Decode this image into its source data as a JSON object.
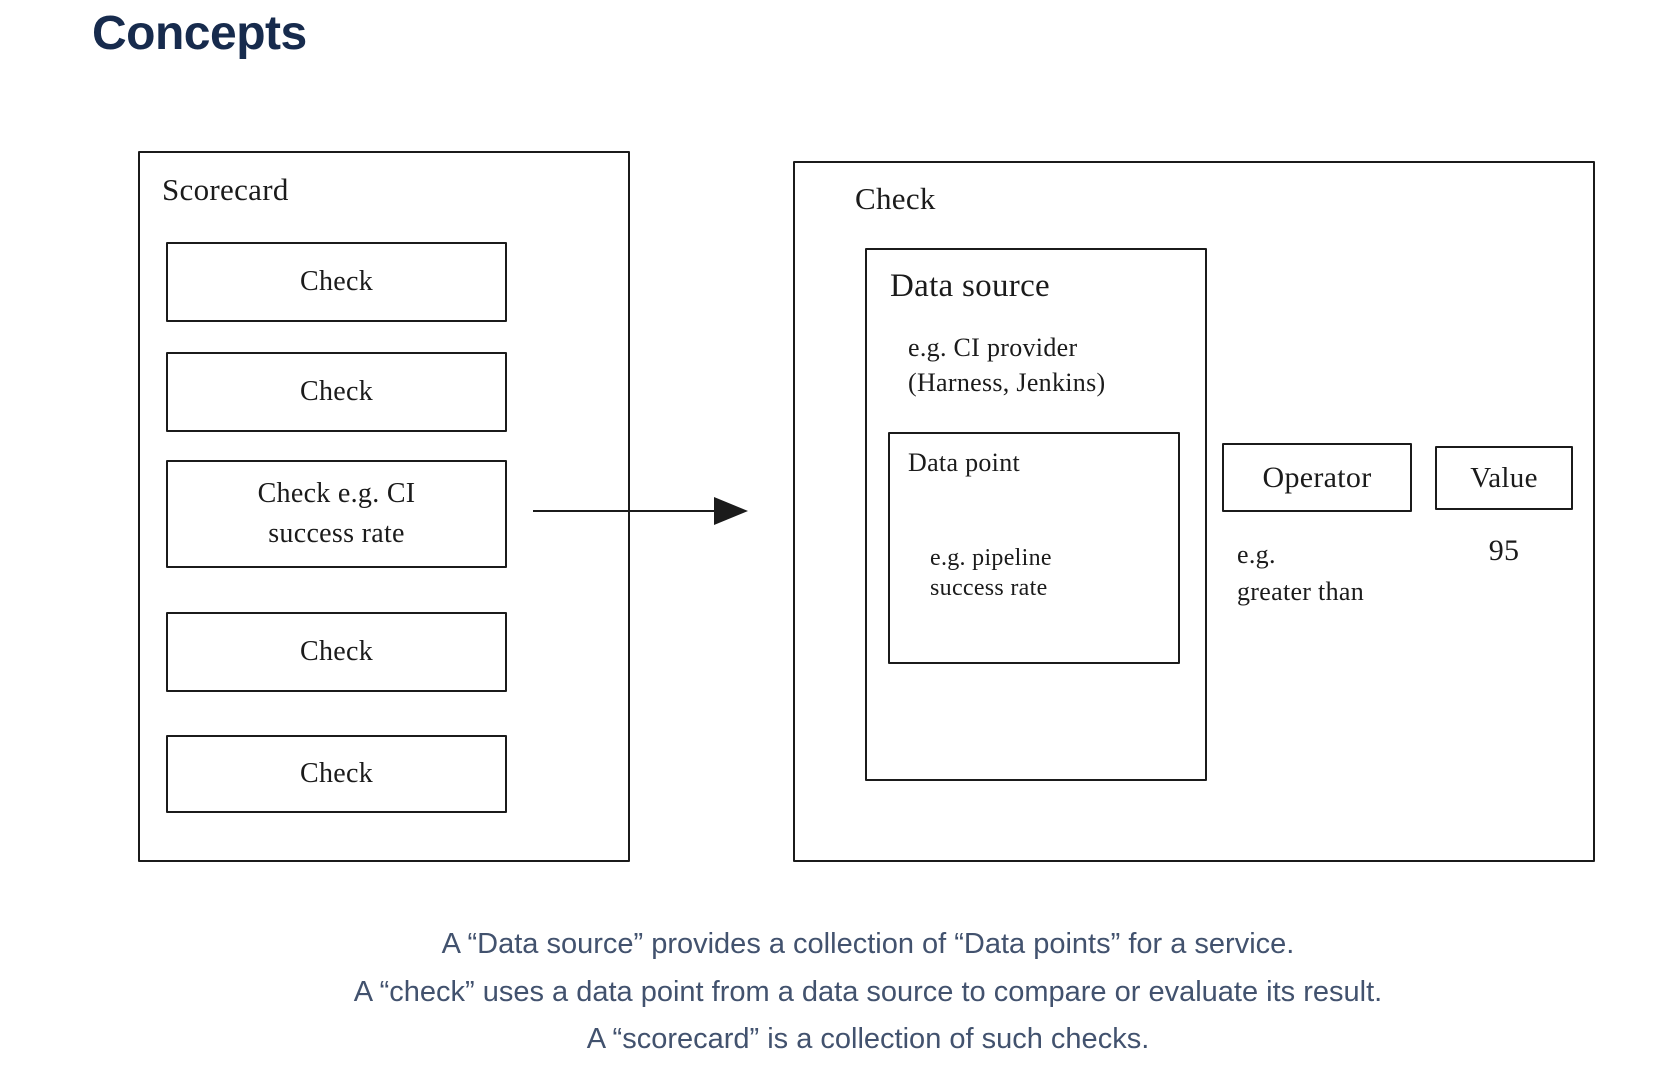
{
  "page": {
    "title": "Concepts"
  },
  "colors": {
    "heading": "#172b4d",
    "caption_text": "#42526e",
    "diagram_stroke": "#1b1b1b",
    "background": "#ffffff"
  },
  "diagram": {
    "scorecard": {
      "label": "Scorecard",
      "checks": [
        "Check",
        "Check",
        "Check e.g. CI\nsuccess rate",
        "Check",
        "Check"
      ]
    },
    "check": {
      "label": "Check",
      "data_source": {
        "label": "Data source",
        "example": "e.g. CI provider\n(Harness, Jenkins)",
        "data_point": {
          "label": "Data point",
          "example": "e.g. pipeline\nsuccess rate"
        }
      },
      "operator": {
        "label": "Operator",
        "example": "e.g.\ngreater than"
      },
      "value": {
        "label": "Value",
        "example": "95"
      }
    }
  },
  "caption": {
    "lines": [
      "A “Data source” provides a collection of “Data points” for a service.",
      "A “check” uses a data point from a data source to compare or evaluate its result.",
      "A “scorecard” is a collection of such checks."
    ]
  }
}
